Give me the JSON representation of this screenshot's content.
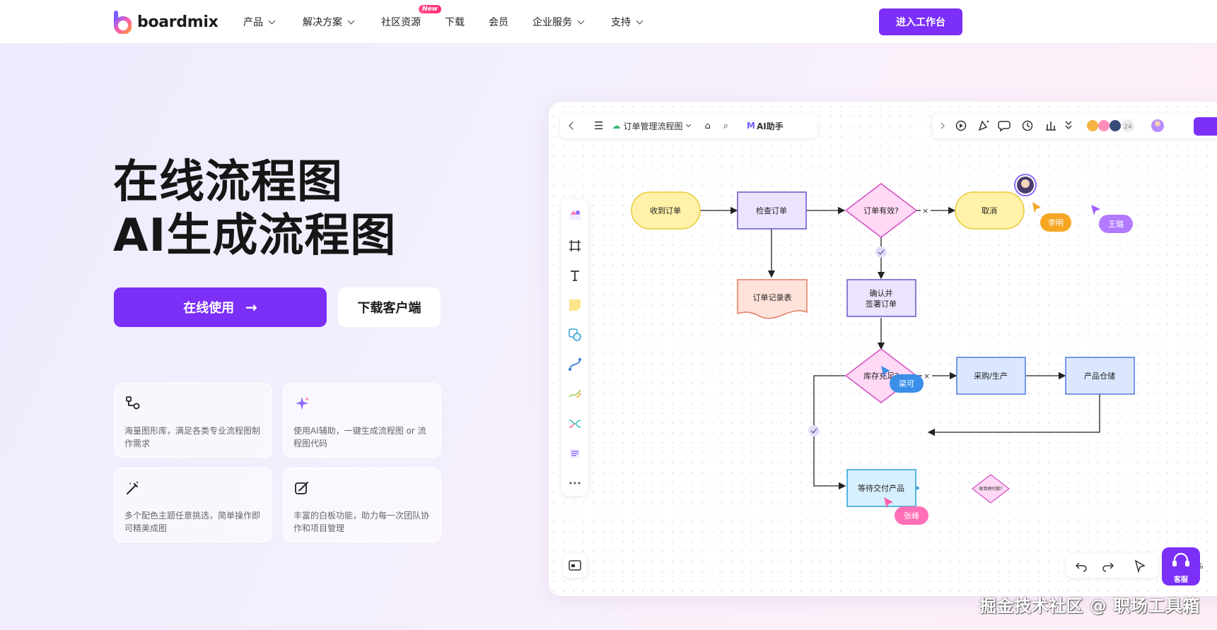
{
  "nav": {
    "brand": "boardmix",
    "items": [
      {
        "label": "产品",
        "dropdown": true
      },
      {
        "label": "解决方案",
        "dropdown": true
      },
      {
        "label": "社区资源",
        "dropdown": false
      },
      {
        "label": "下载",
        "dropdown": false
      },
      {
        "label": "会员",
        "dropdown": false
      },
      {
        "label": "企业服务",
        "dropdown": true
      },
      {
        "label": "支持",
        "dropdown": true
      }
    ],
    "new_badge": "New",
    "cta": "进入工作台"
  },
  "hero": {
    "title_line1": "在线流程图",
    "title_line2": "AI生成流程图",
    "primary_button": "在线使用",
    "secondary_button": "下载客户端"
  },
  "features": [
    {
      "icon": "flowchart-icon",
      "text": "海量图形库，满足各类专业流程图制作需求"
    },
    {
      "icon": "sparkle-icon",
      "text": "使用AI辅助，一键生成流程图 or 流程图代码"
    },
    {
      "icon": "magic-wand-icon",
      "text": "多个配色主题任意挑选，简单操作即可精美成图"
    },
    {
      "icon": "edit-board-icon",
      "text": "丰富的白板功能，助力每一次团队协作和项目管理"
    }
  ],
  "editor": {
    "doc_title": "订单管理流程图",
    "ai_label": "AI助手",
    "collab_count": "24",
    "nodes": {
      "start": "收到订单",
      "check": "检查订单",
      "valid": "订单有效?",
      "cancel": "取消",
      "record": "订单记录表",
      "confirm_line1": "确认并",
      "confirm_line2": "签署订单",
      "stock": "库存充足?",
      "purchase": "采购/生产",
      "warehouse": "产品仓储",
      "wait": "等待交付产品",
      "paid": "收到预付款?"
    },
    "cursors": [
      "李明",
      "王璐",
      "梁可",
      "张峰"
    ],
    "no_mark": "×",
    "support_label": "客服",
    "zoom_suffix": "%"
  },
  "watermark": "掘金技术社区 @ 职场工具箱",
  "colors": {
    "accent": "#7b2ff7",
    "node_yellow": "#fff2a8",
    "node_purple": "#ece4ff",
    "node_pink": "#ffd9f5",
    "node_blue": "#dbe7ff",
    "node_cyan": "#d6f0ff"
  }
}
